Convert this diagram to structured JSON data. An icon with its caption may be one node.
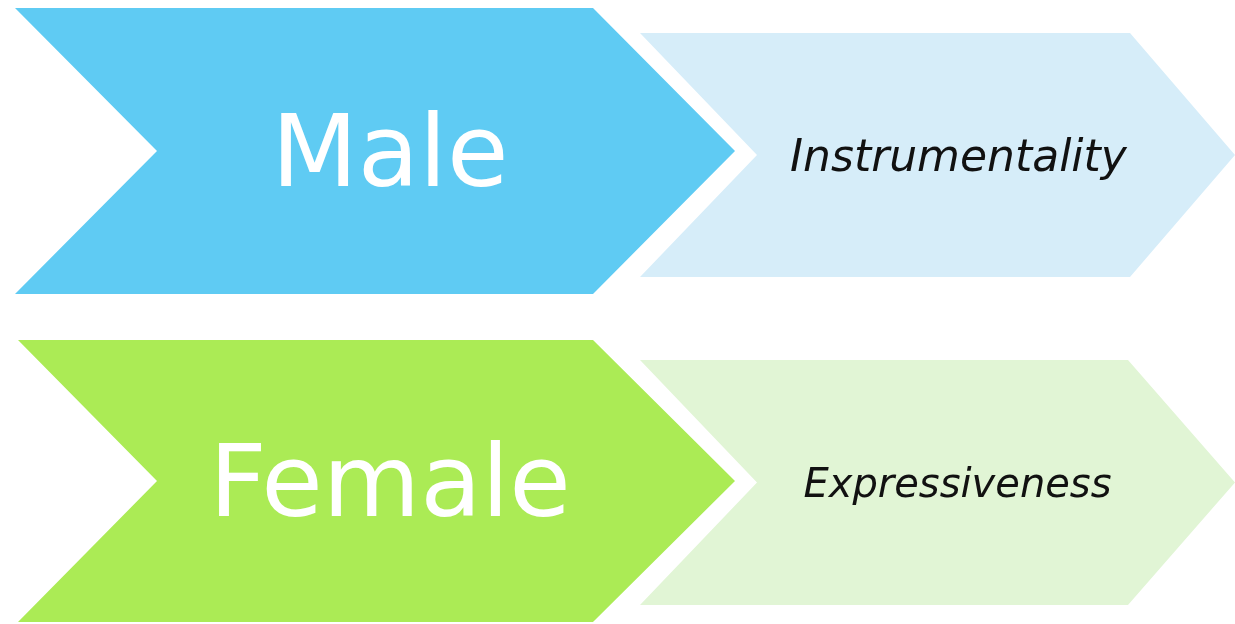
{
  "diagram": {
    "nodes": [
      {
        "text": [
          "Male"
        ]
      },
      {
        "text": [
          "Instrumentality"
        ]
      },
      {
        "text": [
          "Female"
        ]
      },
      {
        "text": [
          "Expressiveness"
        ]
      }
    ]
  }
}
